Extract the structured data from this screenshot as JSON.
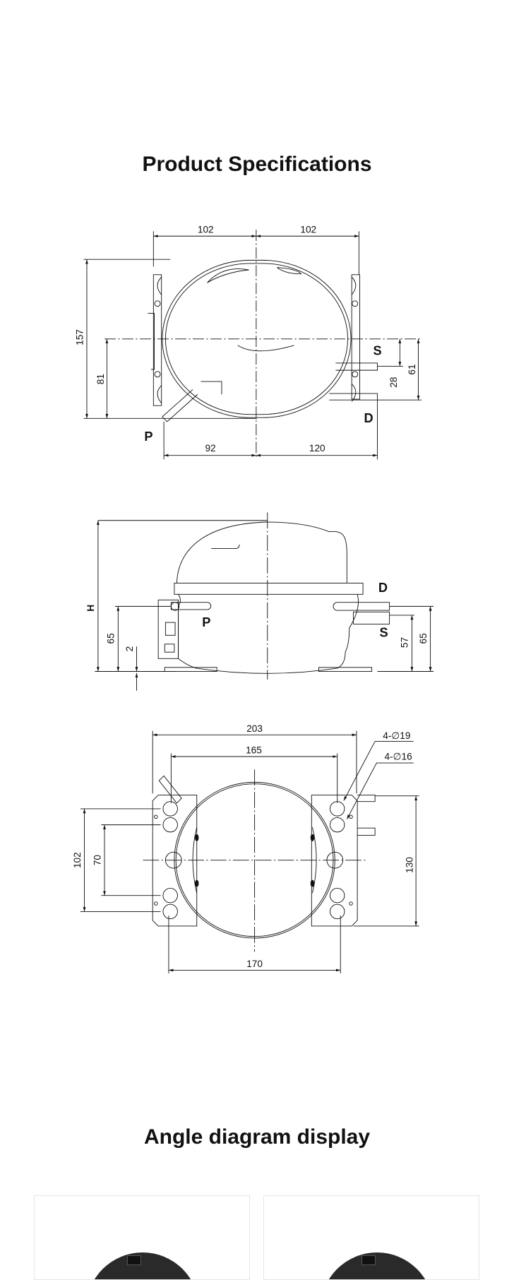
{
  "sections": {
    "specs_title": "Product Specifications",
    "angle_title": "Angle diagram display"
  },
  "top_view": {
    "dims": {
      "left_half": "102",
      "right_half": "102",
      "height": "157",
      "center_to_base": "81",
      "s_to_d": "61",
      "s_offset": "28",
      "p_to_center": "92",
      "center_to_pipes": "120"
    },
    "labels": {
      "suction": "S",
      "discharge": "D",
      "process": "P"
    }
  },
  "side_view": {
    "dims": {
      "height": "H",
      "p_height": "65",
      "foot": "2",
      "s_height": "57",
      "d_height": "65"
    },
    "labels": {
      "discharge": "D",
      "suction": "S",
      "process": "P"
    }
  },
  "base_view": {
    "dims": {
      "overall_width": "203",
      "hole_spacing_top": "165",
      "hole_spacing_bottom": "170",
      "outer_hole_pitch": "102",
      "inner_hole_pitch": "70",
      "depth": "130"
    },
    "callouts": {
      "large_holes": "4-∅19",
      "small_holes": "4-∅16"
    }
  },
  "colors": {
    "line": "#111111",
    "card_border": "#e6e6e6"
  }
}
